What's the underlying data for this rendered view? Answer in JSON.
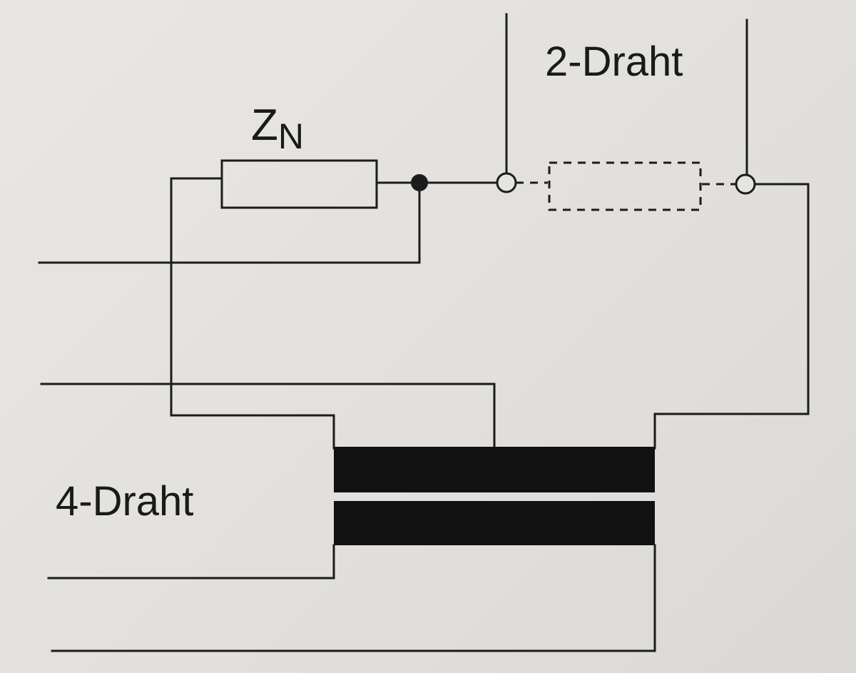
{
  "labels": {
    "impedance_main": "Z",
    "impedance_sub": "N",
    "two_wire": "2-Draht",
    "four_wire": "4-Draht"
  },
  "colors": {
    "ink": "#1c1c1c",
    "paper": "#e4e2de"
  }
}
